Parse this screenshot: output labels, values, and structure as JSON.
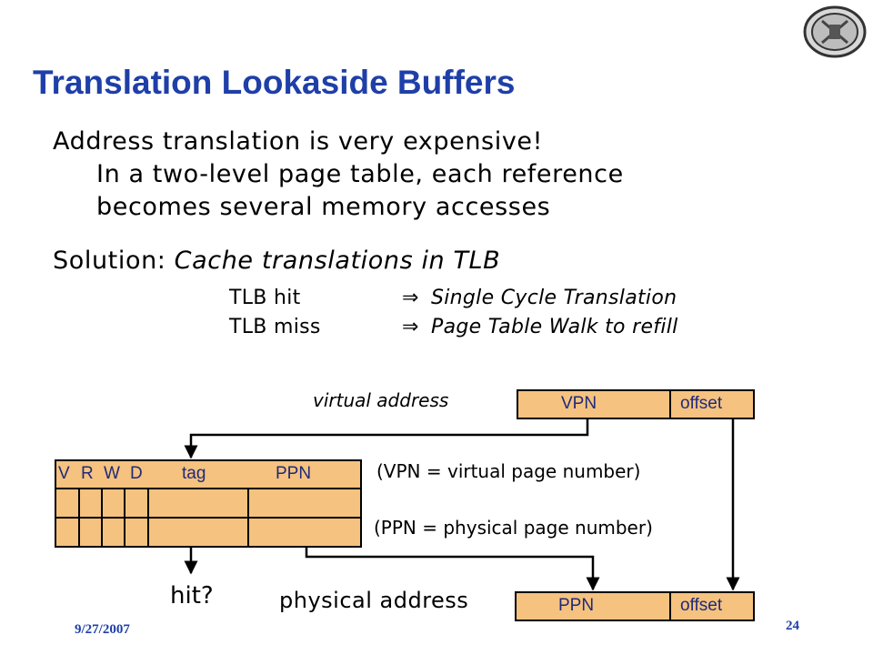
{
  "slide": {
    "title": "Translation Lookaside Buffers",
    "line1": "Address translation is very expensive!",
    "line2": "In a two-level page table, each reference",
    "line3": "becomes several memory accesses",
    "solution_prefix": "Solution: ",
    "solution_italic": "Cache translations in TLB",
    "tlb_hit": "TLB hit",
    "tlb_hit_result": "Single Cycle Translation",
    "tlb_miss": "TLB miss",
    "tlb_miss_result": "Page Table Walk to refill",
    "implies_symbol": "⇒",
    "virtual_address_label": "virtual address",
    "vpn": "VPN",
    "offset": "offset",
    "ppn": "PPN",
    "vpn_def": "(VPN = virtual page number)",
    "ppn_def": "(PPN = physical page number)",
    "headers": {
      "v": "V",
      "r": "R",
      "w": "W",
      "d": "D",
      "tag": "tag",
      "ppn": "PPN"
    },
    "hit": "hit?",
    "physical_address_label": "physical address",
    "date": "9/27/2007",
    "page_number": "24"
  },
  "colors": {
    "title": "#1f3fa8",
    "cell_fill": "#f5c27f",
    "cell_text": "#1f2a7a"
  }
}
